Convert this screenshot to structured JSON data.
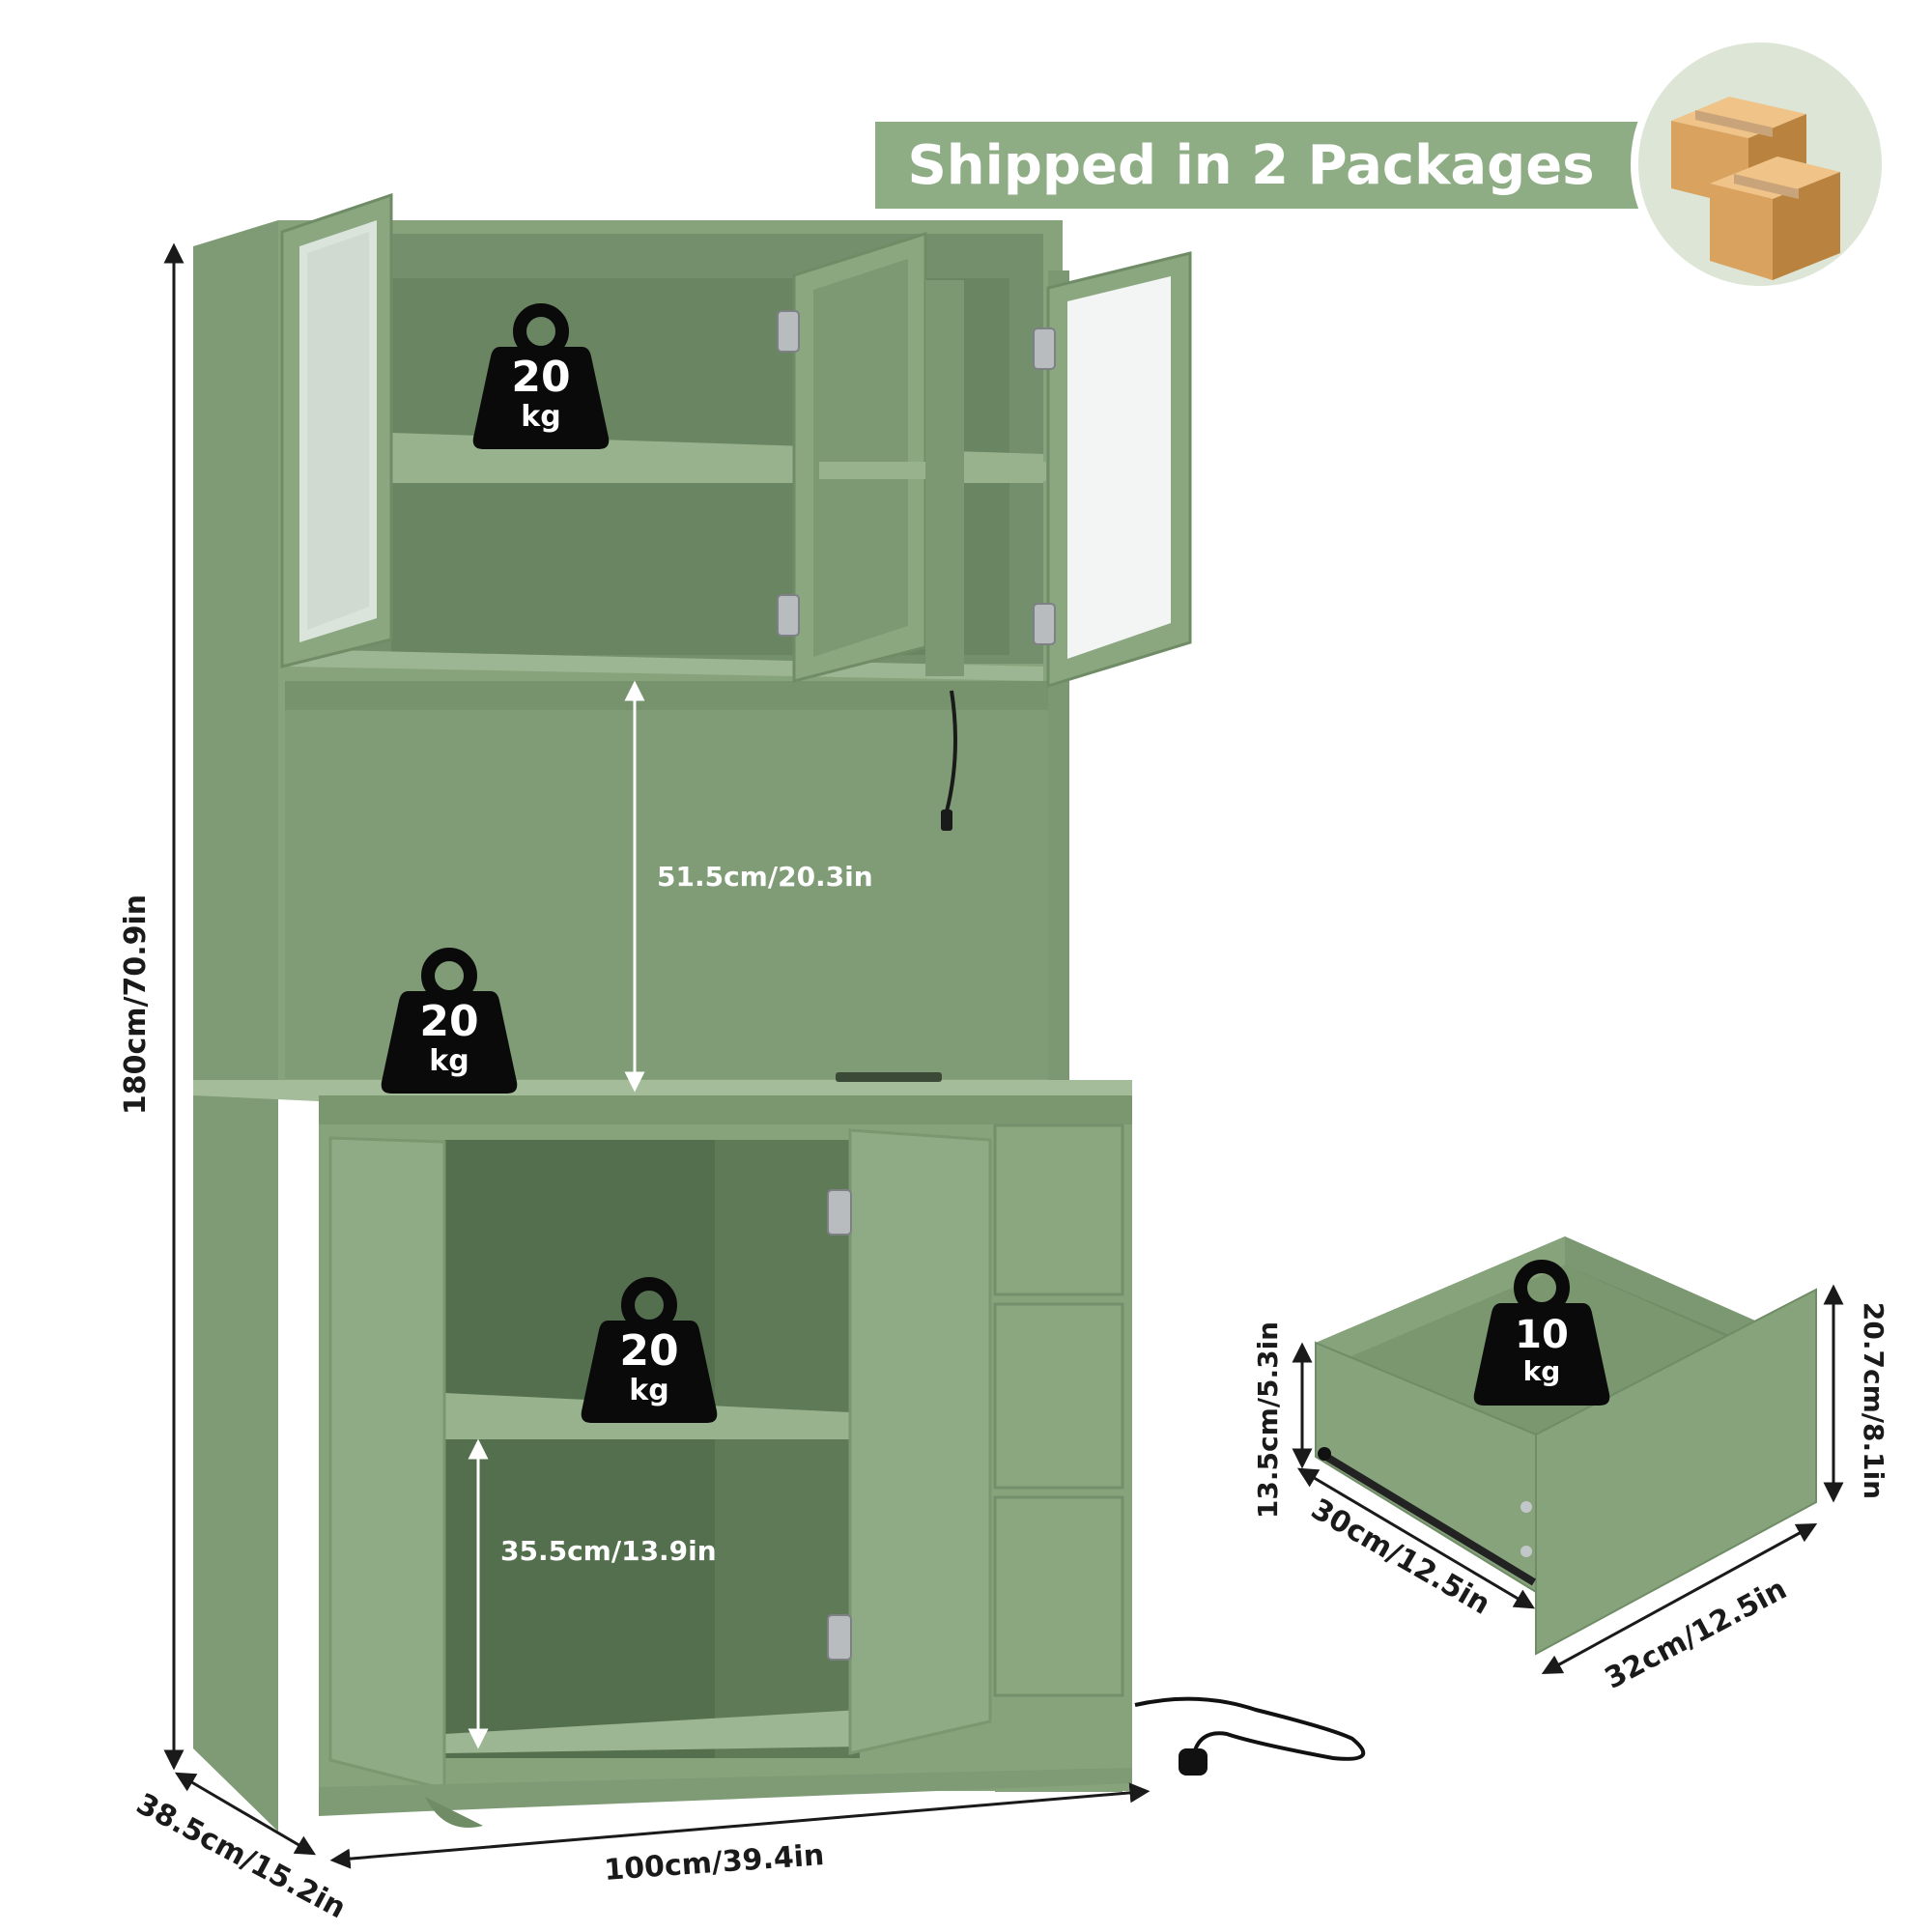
{
  "banner": {
    "text": "Shipped in 2 Packages",
    "icon": "two-boxes-icon"
  },
  "colors": {
    "cabinet": "#86a37c",
    "cabinet_dark": "#6f8c66",
    "cabinet_darker": "#5e7a56",
    "cabinet_light": "#98b38f",
    "banner_bg": "#8ead84",
    "circle_bg": "#dde6d6",
    "box": "#d9a25f",
    "weight": "#0a0a0a"
  },
  "dimensions": {
    "height": "180cm/70.9in",
    "width": "100cm/39.4in",
    "depth": "38.5cm/15.2in",
    "hutch_gap": "51.5cm/20.3in",
    "lower_gap": "35.5cm/13.9in"
  },
  "weights": {
    "top_shelf": {
      "value": "20",
      "unit": "kg"
    },
    "countertop": {
      "value": "20",
      "unit": "kg"
    },
    "lower_shelf": {
      "value": "20",
      "unit": "kg"
    },
    "drawer": {
      "value": "10",
      "unit": "kg"
    }
  },
  "drawer_dims": {
    "inner_height": "13.5cm/5.3in",
    "outer_height": "20.7cm/8.1in",
    "depth": "30cm/12.5in",
    "width": "32cm/12.5in"
  }
}
